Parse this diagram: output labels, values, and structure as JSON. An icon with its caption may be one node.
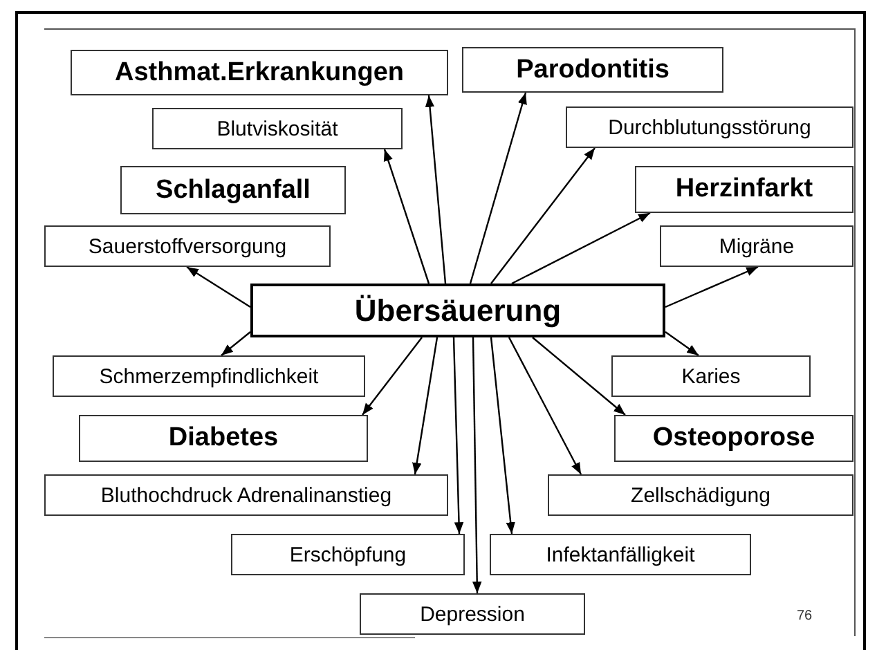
{
  "diagram": {
    "nodes": [
      {
        "text": [
          "Asthmat.Erkrankungen"
        ]
      },
      {
        "text": [
          "Parodontitis"
        ]
      },
      {
        "text": [
          "Blutviskosität"
        ]
      },
      {
        "text": [
          "Durchblutungsstörung"
        ]
      },
      {
        "text": [
          "Schlaganfall"
        ]
      },
      {
        "text": [
          "Herzinfarkt"
        ]
      },
      {
        "text": [
          "Sauerstoffversorgung"
        ]
      },
      {
        "text": [
          "Migräne"
        ]
      },
      {
        "text": [
          "Übersäuerung"
        ]
      },
      {
        "text": [
          "Schmerzempfindlichkeit"
        ]
      },
      {
        "text": [
          "Karies"
        ]
      },
      {
        "text": [
          "Diabetes"
        ]
      },
      {
        "text": [
          "Osteoporose"
        ]
      },
      {
        "text": [
          "Bluthochdruck Adrenalinanstieg"
        ]
      },
      {
        "text": [
          "Zellschädigung"
        ]
      },
      {
        "text": [
          "Erschöpfung"
        ]
      },
      {
        "text": [
          "Infektanfälligkeit"
        ]
      },
      {
        "text": [
          "Depression"
        ]
      }
    ],
    "edges": [
      {
        "from": 8,
        "to": 0,
        "arrow": "to"
      },
      {
        "from": 8,
        "to": 2,
        "arrow": "to"
      },
      {
        "from": 8,
        "to": 1,
        "arrow": "to"
      },
      {
        "from": 8,
        "to": 3,
        "arrow": "to"
      },
      {
        "from": 8,
        "to": 5,
        "arrow": "to"
      },
      {
        "from": 8,
        "to": 6,
        "arrow": "to"
      },
      {
        "from": 8,
        "to": 7,
        "arrow": "to"
      },
      {
        "from": 8,
        "to": 9,
        "arrow": "to"
      },
      {
        "from": 8,
        "to": 10,
        "arrow": "to"
      },
      {
        "from": 8,
        "to": 11,
        "arrow": "to"
      },
      {
        "from": 8,
        "to": 12,
        "arrow": "to"
      },
      {
        "from": 8,
        "to": 13,
        "arrow": "to"
      },
      {
        "from": 8,
        "to": 14,
        "arrow": "to"
      },
      {
        "from": 8,
        "to": 15,
        "arrow": "to"
      },
      {
        "from": 8,
        "to": 16,
        "arrow": "to"
      },
      {
        "from": 8,
        "to": 17,
        "arrow": "to"
      }
    ],
    "labels": [
      "76"
    ]
  }
}
